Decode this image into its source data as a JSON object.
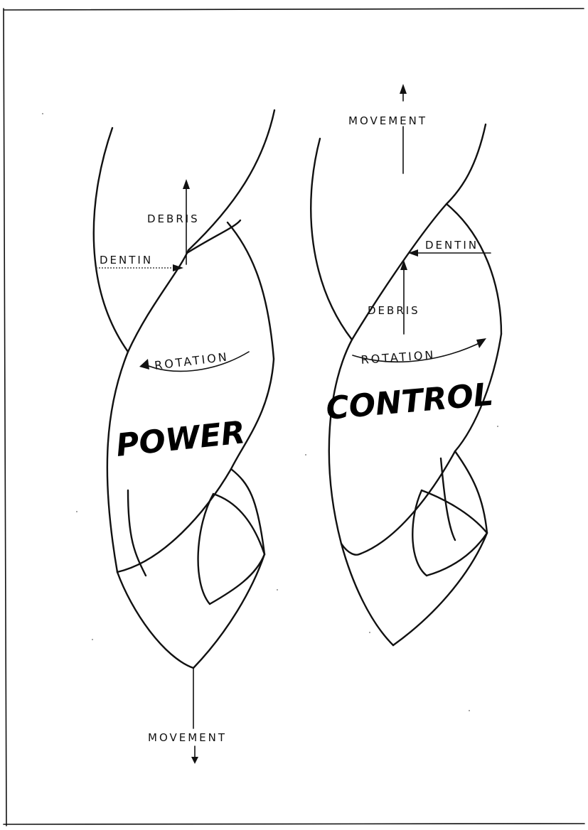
{
  "power": {
    "title": "POWER",
    "rotation": "ROTATION",
    "debris": "DEBRIS",
    "dentin": "DENTIN",
    "movement": "MOVEMENT"
  },
  "control": {
    "title": "CONTROL",
    "rotation": "ROTATION",
    "debris": "DEBRIS",
    "dentin": "DENTIN",
    "movement": "MOVEMENT"
  }
}
